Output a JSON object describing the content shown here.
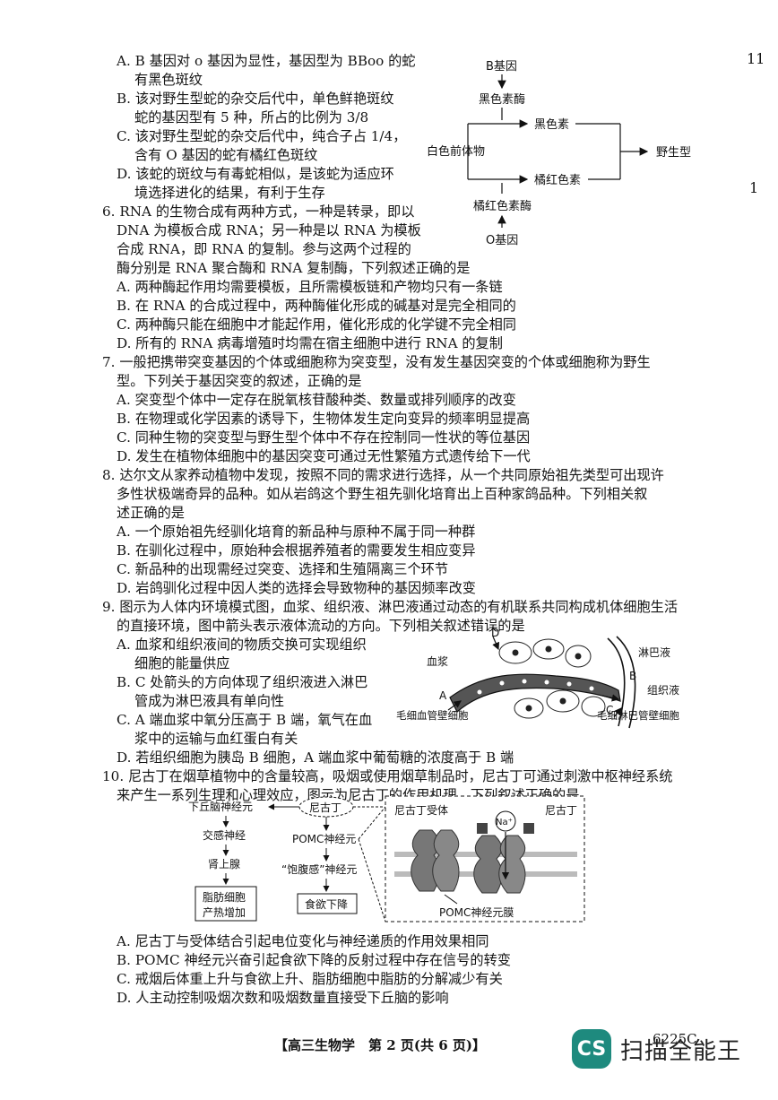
{
  "margin_notes": [
    "11",
    "1"
  ],
  "q5": {
    "A": [
      "A. B 基因对 o 基因为显性，基因型为 BBoo 的蛇",
      "有黑色斑纹"
    ],
    "B": [
      "B. 该对野生型蛇的杂交后代中，单色鲜艳斑纹",
      "蛇的基因型有 5 种，所占的比例为 3/8"
    ],
    "C": [
      "C. 该对野生型蛇的杂交后代中，纯合子占 1/4，",
      "含有 O 基因的蛇有橘红色斑纹"
    ],
    "D": [
      "D. 该蛇的斑纹与有毒蛇相似，是该蛇为适应环",
      "境选择进化的结果，有利于生存"
    ]
  },
  "fig5": {
    "b_gene": "B基因",
    "black_enzyme": "黑色素酶",
    "black_pigment": "黑色素",
    "precursor": "白色前体物",
    "wild_type": "野生型",
    "orange_pigment": "橘红色素",
    "orange_enzyme": "橘红色素酶",
    "o_gene": "O基因"
  },
  "q6": {
    "stem": [
      "6. RNA 的生物合成有两种方式，一种是转录，即以",
      "DNA 为模板合成 RNA；另一种是以 RNA 为模板",
      "合成 RNA，即 RNA 的复制。参与这两个过程的",
      "酶分别是 RNA 聚合酶和 RNA 复制酶，下列叙述正确的是"
    ],
    "A": "A. 两种酶起作用均需要模板，且所需模板链和产物均只有一条链",
    "B": "B. 在 RNA 的合成过程中，两种酶催化形成的碱基对是完全相同的",
    "C": "C. 两种酶只能在细胞中才能起作用，催化形成的化学键不完全相同",
    "D": "D. 所有的 RNA 病毒增殖时均需在宿主细胞中进行 RNA 的复制"
  },
  "q7": {
    "stem": [
      "7. 一般把携带突变基因的个体或细胞称为突变型，没有发生基因突变的个体或细胞称为野生",
      "型。下列关于基因突变的叙述，正确的是"
    ],
    "A": "A. 突变型个体中一定存在脱氧核苷酸种类、数量或排列顺序的改变",
    "B": "B. 在物理或化学因素的诱导下，生物体发生定向变异的频率明显提高",
    "C": "C. 同种生物的突变型与野生型个体中不存在控制同一性状的等位基因",
    "D": "D. 发生在植物体细胞中的基因突变可通过无性繁殖方式遗传给下一代"
  },
  "q8": {
    "stem": [
      "8. 达尔文从家养动植物中发现，按照不同的需求进行选择，从一个共同原始祖先类型可出现许",
      "多性状极端奇异的品种。如从岩鸽这个野生祖先驯化培育出上百种家鸽品种。下列相关叙",
      "述正确的是"
    ],
    "A": "A. 一个原始祖先经驯化培育的新品种与原种不属于同一种群",
    "B": "B. 在驯化过程中，原始种会根据养殖者的需要发生相应变异",
    "C": "C. 新品种的出现需经过突变、选择和生殖隔离三个环节",
    "D": "D. 岩鸽驯化过程中因人类的选择会导致物种的基因频率改变"
  },
  "q9": {
    "stem": [
      "9. 图示为人体内环境模式图，血浆、组织液、淋巴液通过动态的有机联系共同构成机体细胞生活",
      "的直接环境，图中箭头表示液体流动的方向。下列相关叙述错误的是"
    ],
    "A": [
      "A. 血浆和组织液间的物质交换可实现组织",
      "细胞的能量供应"
    ],
    "B": [
      "B. C 处箭头的方向体现了组织液进入淋巴",
      "管成为淋巴液具有单向性"
    ],
    "C": [
      "C. A 端血浆中氧分压高于 B 端，氧气在血",
      "浆中的运输与血红蛋白有关"
    ],
    "D": "D. 若组织细胞为胰岛 B 细胞，A 端血浆中葡萄糖的浓度高于 B 端"
  },
  "fig9": {
    "plasma": "血浆",
    "lymph": "淋巴液",
    "tissue_fluid": "组织液",
    "capillary_cell": "毛细血管壁细胞",
    "lymph_cell": "毛细淋巴管壁细胞",
    "A": "A",
    "B": "B",
    "C": "C",
    "D": "D"
  },
  "q10": {
    "stem": [
      "10. 尼古丁在烟草植物中的含量较高，吸烟或使用烟草制品时，尼古丁可通过刺激中枢神经系统",
      "来产生一系列生理和心理效应，图示为尼古丁的作用机理。下列叙述正确的是"
    ],
    "A": "A. 尼古丁与受体结合引起电位变化与神经递质的作用效果相同",
    "B": "B. POMC 神经元兴奋引起食欲下降的反射过程中存在信号的转变",
    "C": "C. 戒烟后体重上升与食欲上升、脂肪细胞中脂肪的分解减少有关",
    "D": "D. 人主动控制吸烟次数和吸烟数量直接受下丘脑的影响"
  },
  "fig10": {
    "hypothalamus": "下丘脑神经元",
    "nicotine": "尼古丁",
    "sympathetic": "交感神经",
    "adrenal": "肾上腺",
    "fat_cell_1": "脂肪细胞",
    "fat_cell_2": "产热增加",
    "pomc_neuron": "POMC神经元",
    "satiety_neuron": "“饱腹感”神经元",
    "appetite_down": "食欲下降",
    "receptor": "尼古丁受体",
    "na": "Na⁺",
    "nicotine_right": "尼古丁",
    "membrane": "POMC神经元膜"
  },
  "footer": {
    "page_label": "【高三生物学　第 2 页(共 6 页)】",
    "code": "6225C",
    "watermark_logo": "CS",
    "watermark_text": "扫描全能王"
  }
}
